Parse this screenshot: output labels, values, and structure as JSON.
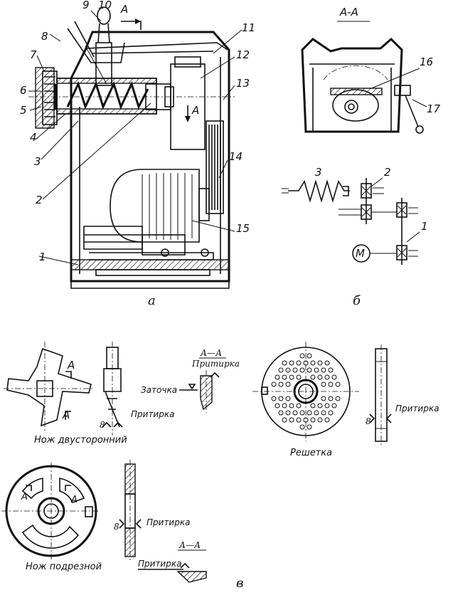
{
  "view_a": {
    "caption": "а",
    "section_marker": "А",
    "section_arrow_label": "А",
    "callouts": [
      "1",
      "2",
      "3",
      "4",
      "5",
      "6",
      "7",
      "8",
      "9",
      "10",
      "11",
      "12",
      "13",
      "14",
      "15"
    ]
  },
  "view_b": {
    "caption": "б",
    "section_title": "А-А",
    "callouts": [
      "16",
      "17"
    ],
    "kinematic": {
      "labels": [
        "3",
        "2",
        "1"
      ],
      "motor_symbol": "М"
    }
  },
  "view_v": {
    "caption": "в",
    "knife_double": {
      "title": "Нож двусторонний",
      "section_mark_top": "А",
      "section_mark_bottom": "А",
      "section_title": "А—А",
      "section_subtitle": "Притирка",
      "sharpening_label": "Заточка",
      "lapping_label": "Притирка",
      "roughness": "8"
    },
    "grid": {
      "title": "Решетка",
      "lapping_label": "Притирка",
      "roughness": "8"
    },
    "knife_cut": {
      "title": "Нож подрезной",
      "section_mark_left": "А",
      "section_mark_right": "А",
      "lapping_label": "Притирка",
      "section_title": "А—А",
      "section_lapping_label": "Притирка",
      "roughness": "8"
    }
  }
}
